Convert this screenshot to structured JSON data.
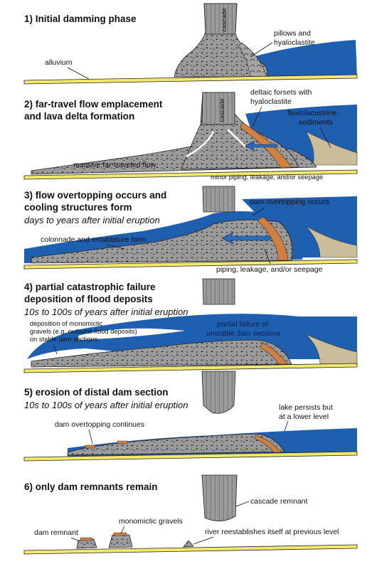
{
  "colors": {
    "ground": "#f3e86a",
    "lava": "#9b9b9b",
    "water": "#1f5fb0",
    "water_light": "#5c95d6",
    "sediment": "#c9bd9c",
    "deposit": "#d08040"
  },
  "panels": [
    {
      "title": "1) Initial damming phase",
      "labels": {
        "cascade": "cascade",
        "pillows_1": "pillows and",
        "pillows_2": "hyaloclastite",
        "alluvium": "alluvium"
      }
    },
    {
      "title_1": "2) far-travel flow emplacement",
      "title_2": "and lava delta formation",
      "labels": {
        "cascade": "cascade",
        "deltaic_1": "deltaic forsets with",
        "deltaic_2": "hyaloclastite",
        "fluvio_1": "fluviolacustrine",
        "fluvio_2": "sediments",
        "massive": "massive far-traveled flow",
        "minor_piping": "minor piping, leakage, and/or seepage"
      }
    },
    {
      "title_1": "3) flow overtopping occurs and",
      "title_2": "cooling structures form",
      "subtitle": "days to years after initial eruption",
      "labels": {
        "overtopping": "dam overtopping occurs",
        "colonnade": "colonnade and entablature form",
        "piping": "piping, leakage, and/or seepage"
      }
    },
    {
      "title_1": "4) partial catastrophic failure",
      "title_2": "deposition of flood deposits",
      "subtitle": "10s to 100s of years after initial eruption",
      "labels": {
        "deposition_1": "deposition of monomictic",
        "deposition_2": "gravels (e.g. outburst-flood deposits)",
        "deposition_3": "on stable dam sections",
        "failure_1": "partial failure of",
        "failure_2": "unstable dam sections"
      }
    },
    {
      "title": "5) erosion of distal dam section",
      "subtitle": "10s to 100s of years after initial eruption",
      "labels": {
        "lake_1": "lake persists but",
        "lake_2": "at a lower level",
        "continues": "dam overtopping continues"
      }
    },
    {
      "title": "6) only dam remnants remain",
      "labels": {
        "cascade_remnant": "cascade remnant",
        "gravels": "monomictic gravels",
        "dam_remnant": "dam remnant",
        "river": "river reestablishes itself at previous level"
      }
    }
  ]
}
